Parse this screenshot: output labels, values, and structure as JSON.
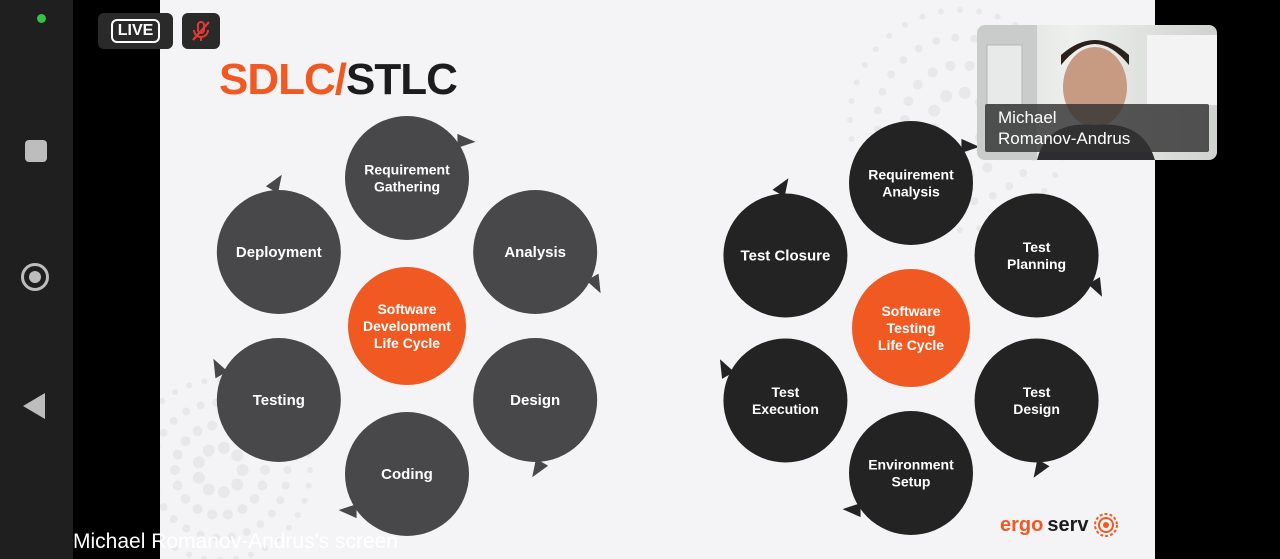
{
  "live_badge": "LIVE",
  "slide": {
    "title_part1": "SDLC/",
    "title_part2": "STLC",
    "sdlc": {
      "center": [
        "Software",
        "Development",
        "Life Cycle"
      ],
      "nodes": [
        [
          "Requirement",
          "Gathering"
        ],
        [
          "Analysis"
        ],
        [
          "Design"
        ],
        [
          "Coding"
        ],
        [
          "Testing"
        ],
        [
          "Deployment"
        ]
      ]
    },
    "stlc": {
      "center": [
        "Software",
        "Testing",
        "Life Cycle"
      ],
      "nodes": [
        [
          "Requirement",
          "Analysis"
        ],
        [
          "Test",
          "Planning"
        ],
        [
          "Test",
          "Design"
        ],
        [
          "Environment",
          "Setup"
        ],
        [
          "Test",
          "Execution"
        ],
        [
          "Test Closure"
        ]
      ]
    },
    "brand_part1": "ergo",
    "brand_part2": "serv"
  },
  "participant": {
    "name_line1": "Michael",
    "name_line2": "Romanov-Andrus"
  },
  "screen_caption": "Michael Romanov-Andrus's screen",
  "colors": {
    "accent": "#f05a22",
    "sdlc_node": "#48484b",
    "stlc_node": "#232324",
    "slide_bg": "#f4f4f6"
  },
  "icons": {
    "nav": [
      "status-dot",
      "recents-square-icon",
      "home-circle-icon",
      "back-triangle-icon"
    ],
    "mic": "mic-muted-icon"
  }
}
